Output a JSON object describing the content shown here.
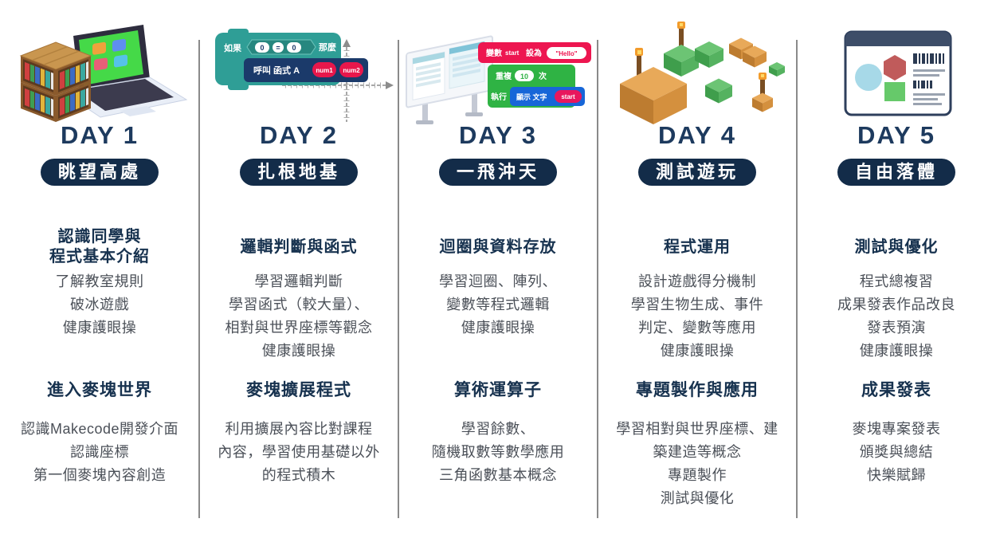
{
  "page": {
    "background": "#ffffff",
    "divider_color": "#8a8a8a"
  },
  "colors": {
    "day_title": "#1d3a5e",
    "badge_bg": "#132c49",
    "badge_text": "#ffffff",
    "heading_navy": "#17324f",
    "body_text": "#4b5058",
    "block_teal": "#2f9e96",
    "block_navy": "#1b3a6a",
    "block_red": "#ed1650",
    "block_green": "#2fb344",
    "block_blue": "#1766d8",
    "cube_orange": "#d4903e",
    "cube_green": "#55b260"
  },
  "columns": [
    {
      "day": "DAY 1",
      "badge": "眺望高處",
      "illustration": "bookshelf-laptop",
      "sections": [
        {
          "heading": "認識同學與\n程式基本介紹",
          "lines": [
            "了解教室規則",
            "破冰遊戲",
            "健康護眼操"
          ]
        },
        {
          "heading": "進入麥塊世界",
          "lines": [
            "認識Makecode開發介面",
            "認識座標",
            "第一個麥塊內容創造"
          ]
        }
      ]
    },
    {
      "day": "DAY 2",
      "badge": "扎根地基",
      "illustration": "code-blocks-axes",
      "sections": [
        {
          "heading": "邏輯判斷與函式",
          "lines": [
            "學習邏輯判斷",
            "學習函式（較大量）、",
            "相對與世界座標等觀念",
            "健康護眼操"
          ]
        },
        {
          "heading": "麥塊擴展程式",
          "lines": [
            "利用擴展內容比對課程",
            "內容，學習使用基礎以外",
            "的程式積木"
          ]
        }
      ]
    },
    {
      "day": "DAY 3",
      "badge": "一飛沖天",
      "illustration": "whiteboard-code-blocks",
      "sections": [
        {
          "heading": "迴圈與資料存放",
          "lines": [
            "學習迴圈、陣列、",
            "變數等程式邏輯",
            "健康護眼操"
          ]
        },
        {
          "heading": "算術運算子",
          "lines": [
            "學習餘數、",
            "隨機取數等數學應用",
            "三角函數基本概念"
          ]
        }
      ]
    },
    {
      "day": "DAY 4",
      "badge": "測試遊玩",
      "illustration": "minecraft-cubes-torches",
      "sections": [
        {
          "heading": "程式運用",
          "lines": [
            "設計遊戲得分機制",
            "學習生物生成、事件",
            "判定、變數等應用",
            "健康護眼操"
          ]
        },
        {
          "heading": "專題製作與應用",
          "lines": [
            "學習相對與世界座標、建",
            "築建造等概念",
            "專題製作",
            "測試與優化"
          ]
        }
      ]
    },
    {
      "day": "DAY 5",
      "badge": "自由落體",
      "illustration": "presentation-slide",
      "sections": [
        {
          "heading": "測試與優化",
          "lines": [
            "程式總複習",
            "成果發表作品改良",
            "發表預演",
            "健康護眼操"
          ]
        },
        {
          "heading": "成果發表",
          "lines": [
            "麥塊專案發表",
            "頒獎與總結",
            "快樂賦歸"
          ]
        }
      ]
    }
  ],
  "illus_text": {
    "day2": {
      "if_label": "如果",
      "zero1": "0",
      "eq": "=",
      "zero2": "0",
      "then_label": "那麼",
      "call_label": "呼叫  函式 A",
      "num1": "num1",
      "num2": "num2"
    },
    "day3": {
      "var_label": "變數",
      "var_name": "start",
      "set_label": "設為",
      "value": "\"Hello\"",
      "repeat_label": "重複",
      "count": "10",
      "times_label": "次",
      "run_label": "執行",
      "show_label": "顯示 文字",
      "arg": "start"
    }
  }
}
